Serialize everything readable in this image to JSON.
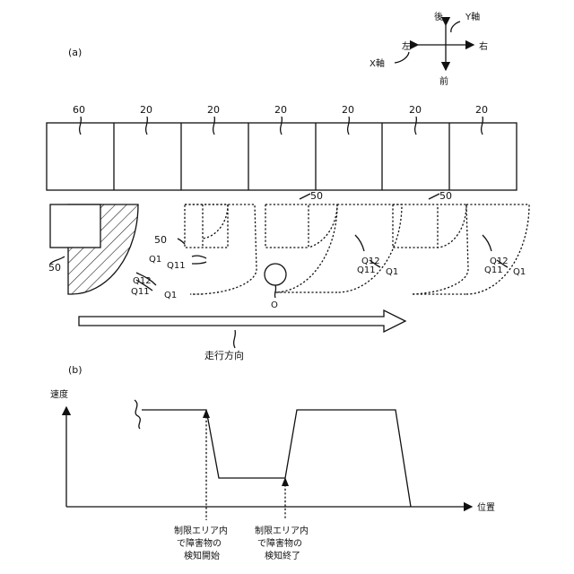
{
  "figure": {
    "panel_a_label": "(a)",
    "panel_b_label": "(b)",
    "compass": {
      "back": "後",
      "front": "前",
      "left": "左",
      "right": "右",
      "y_axis": "Y軸",
      "x_axis": "X軸"
    },
    "top_units": [
      "60",
      "20",
      "20",
      "20",
      "20",
      "20",
      "20"
    ],
    "machine_labels": {
      "m50_left": "50",
      "m50_mid_top": "50",
      "m50_mid_left": "50",
      "m50_right_top": "50",
      "q12": "Q12",
      "q11": "Q11",
      "q1": "Q1",
      "obstacle": "O"
    },
    "travel_direction": "走行方向",
    "graph": {
      "ylabel": "速度",
      "xlabel": "位置",
      "annotation_start": [
        "制限エリア内",
        "で障害物の",
        "検知開始"
      ],
      "annotation_end": [
        "制限エリア内",
        "で障害物の",
        "検知終了"
      ]
    }
  }
}
